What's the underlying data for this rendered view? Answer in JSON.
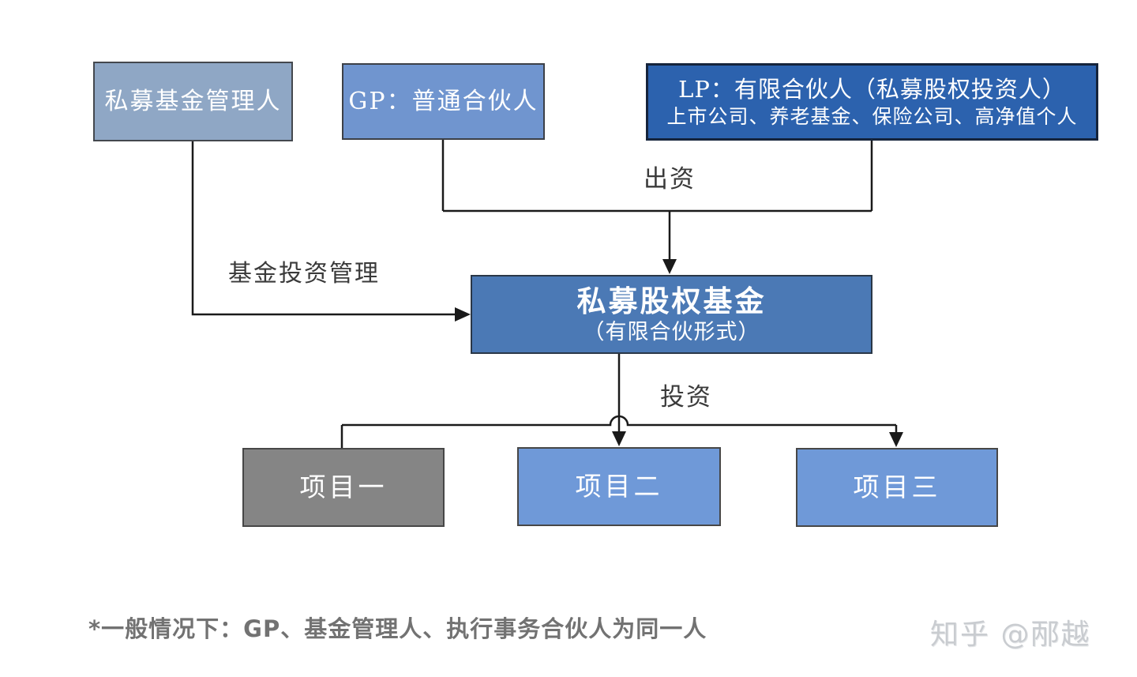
{
  "diagram": {
    "nodes": {
      "manager": {
        "label": "私募基金管理人",
        "fill": "#8FA7C5"
      },
      "gp": {
        "label": "GP：普通合伙人",
        "fill": "#7095CF"
      },
      "lp": {
        "line1": "LP：有限合伙人（私募股权投资人）",
        "line2": "上市公司、养老基金、保险公司、高净值个人",
        "fill": "#2C62AE"
      },
      "fund": {
        "line1": "私募股权基金",
        "line2": "（有限合伙形式）",
        "fill": "#4B79B5"
      },
      "project1": {
        "label": "项目一",
        "fill": "#858585"
      },
      "project2": {
        "label": "项目二",
        "fill": "#6F99D8"
      },
      "project3": {
        "label": "项目三",
        "fill": "#6F99D8"
      }
    },
    "edge_labels": {
      "contribute": "出资",
      "manage": "基金投资管理",
      "invest": "投资"
    },
    "line_color": "#1a1a1a",
    "text_color_in_nodes": "#ffffff",
    "label_color": "#3a3a3a"
  },
  "footnote": {
    "text": "*一般情况下：GP、基金管理人、执行事务合伙人为同一人",
    "color": "#727272"
  },
  "watermark": {
    "text": "知乎 @邴越",
    "color": "#c9ccd0"
  }
}
